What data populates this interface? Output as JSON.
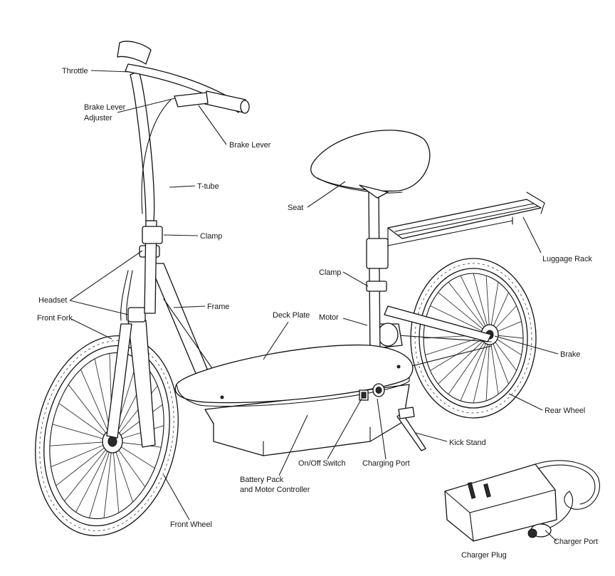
{
  "labels": {
    "throttle": "Throttle",
    "brake_lever_adjuster_1": "Brake Lever",
    "brake_lever_adjuster_2": "Adjuster",
    "brake_lever": "Brake Lever",
    "t_tube": "T-tube",
    "clamp_front": "Clamp",
    "headset": "Headset",
    "front_fork": "Front Fork",
    "frame": "Frame",
    "deck_plate": "Deck Plate",
    "seat": "Seat",
    "luggage_rack": "Luggage Rack",
    "clamp_seat": "Clamp",
    "motor": "Motor",
    "brake": "Brake",
    "rear_wheel": "Rear Wheel",
    "kick_stand": "Kick Stand",
    "on_off_switch": "On/Off Switch",
    "charging_port": "Charging Port",
    "battery_pack_1": "Battery Pack",
    "battery_pack_2": "and Motor Controller",
    "front_wheel": "Front Wheel",
    "charger_plug": "Charger Plug",
    "charger_port": "Charger Port"
  }
}
